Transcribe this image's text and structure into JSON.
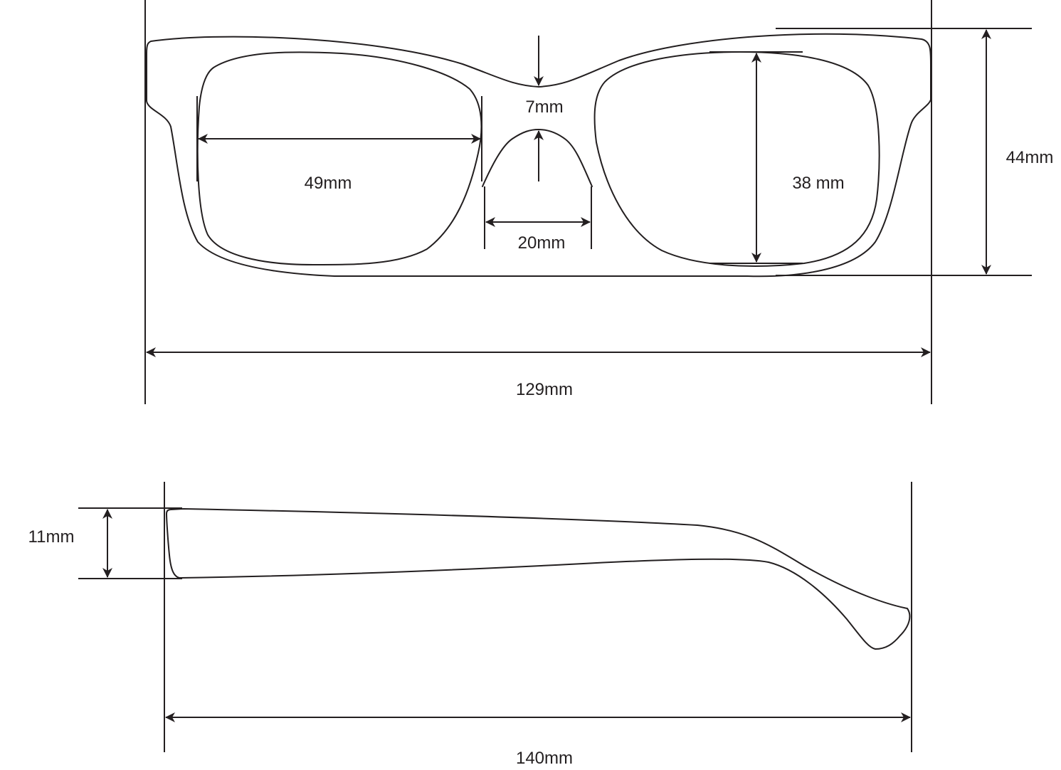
{
  "front_view": {
    "bridge_height": "7mm",
    "lens_width": "49mm",
    "bridge_width": "20mm",
    "lens_height": "38 mm",
    "frame_height": "44mm",
    "frame_width": "129mm"
  },
  "side_view": {
    "temple_height": "11mm",
    "temple_length": "140mm"
  },
  "colors": {
    "line": "#231f20",
    "background": "#ffffff"
  }
}
